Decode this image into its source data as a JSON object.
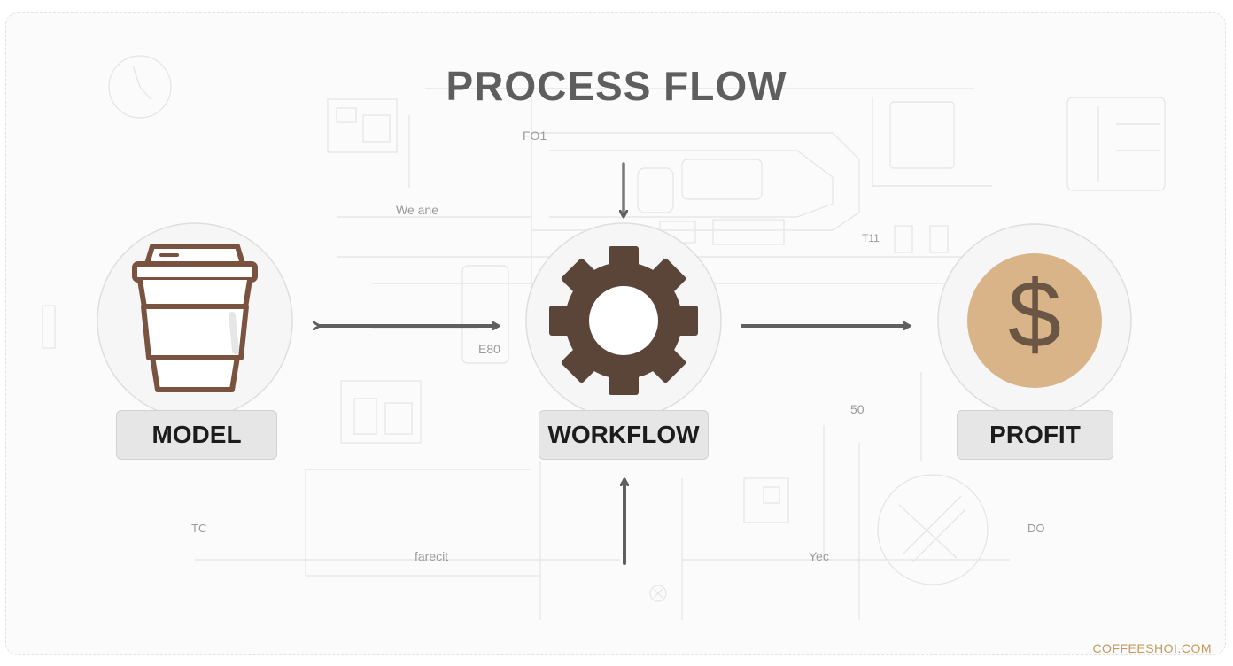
{
  "title": "PROCESS FLOW",
  "nodes": [
    {
      "id": "model",
      "label": "MODEL",
      "icon": "coffee-cup-icon"
    },
    {
      "id": "workflow",
      "label": "WORKFLOW",
      "icon": "gear-icon"
    },
    {
      "id": "profit",
      "label": "PROFIT",
      "icon": "dollar-coin-icon"
    }
  ],
  "background_labels": {
    "fo1": "FO1",
    "we_ane": "We ane",
    "t11": "T11",
    "e80": "E80",
    "fifty": "50",
    "tc": "TC",
    "do": "DO",
    "farecit": "farecit",
    "yec": "Yec"
  },
  "watermark": "COFFEESHOI.COM",
  "colors": {
    "icon_brown": "#5a4538",
    "cup_brown": "#7a5340",
    "coin_tan": "#d9b489",
    "arrow_gray": "#5f5f5f",
    "title_gray": "#5e5e5e",
    "label_bg": "#e6e6e6"
  }
}
